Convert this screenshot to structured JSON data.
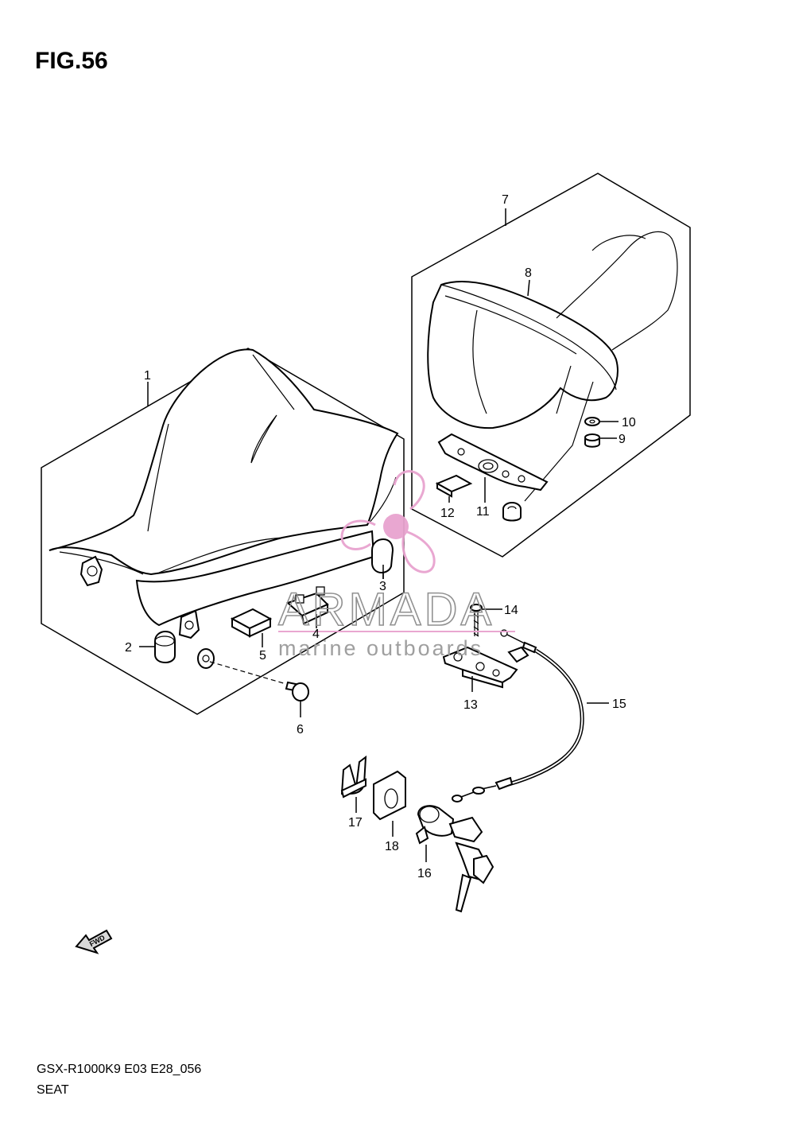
{
  "figure": {
    "title": "FIG.56"
  },
  "callouts": [
    {
      "id": "1",
      "label": "1"
    },
    {
      "id": "2",
      "label": "2"
    },
    {
      "id": "3",
      "label": "3"
    },
    {
      "id": "4",
      "label": "4"
    },
    {
      "id": "5",
      "label": "5"
    },
    {
      "id": "6",
      "label": "6"
    },
    {
      "id": "7",
      "label": "7"
    },
    {
      "id": "8",
      "label": "8"
    },
    {
      "id": "9",
      "label": "9"
    },
    {
      "id": "10",
      "label": "10"
    },
    {
      "id": "11",
      "label": "11"
    },
    {
      "id": "12",
      "label": "12"
    },
    {
      "id": "13",
      "label": "13"
    },
    {
      "id": "14",
      "label": "14"
    },
    {
      "id": "15",
      "label": "15"
    },
    {
      "id": "16",
      "label": "16"
    },
    {
      "id": "17",
      "label": "17"
    },
    {
      "id": "18",
      "label": "18"
    }
  ],
  "direction_arrow": {
    "label": "FWD",
    "icon": "fwd-arrow-icon"
  },
  "watermark": {
    "brand": "ARMADA",
    "tagline": "marine outboards",
    "color_logo": "#e8a3cf",
    "color_text": "#8c8c8c"
  },
  "footer": {
    "model_code": "GSX-R1000K9 E03 E28_056",
    "section": "SEAT"
  }
}
